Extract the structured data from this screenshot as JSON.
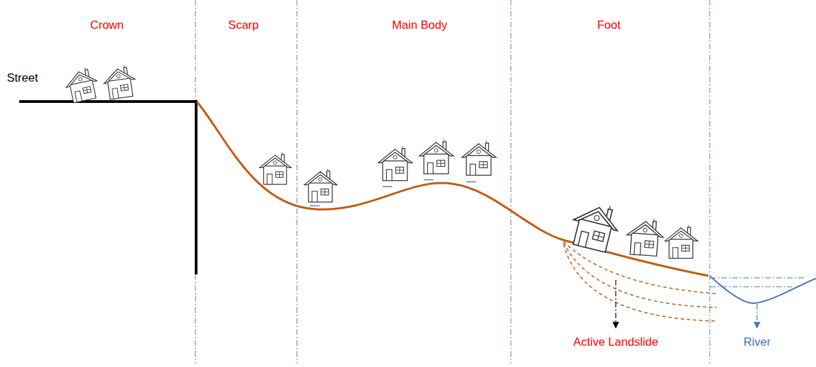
{
  "diagram": {
    "labels": [
      "Crown",
      "Scarp",
      "Main Body",
      "Foot",
      "Street",
      "Active Landslide",
      "River"
    ]
  }
}
